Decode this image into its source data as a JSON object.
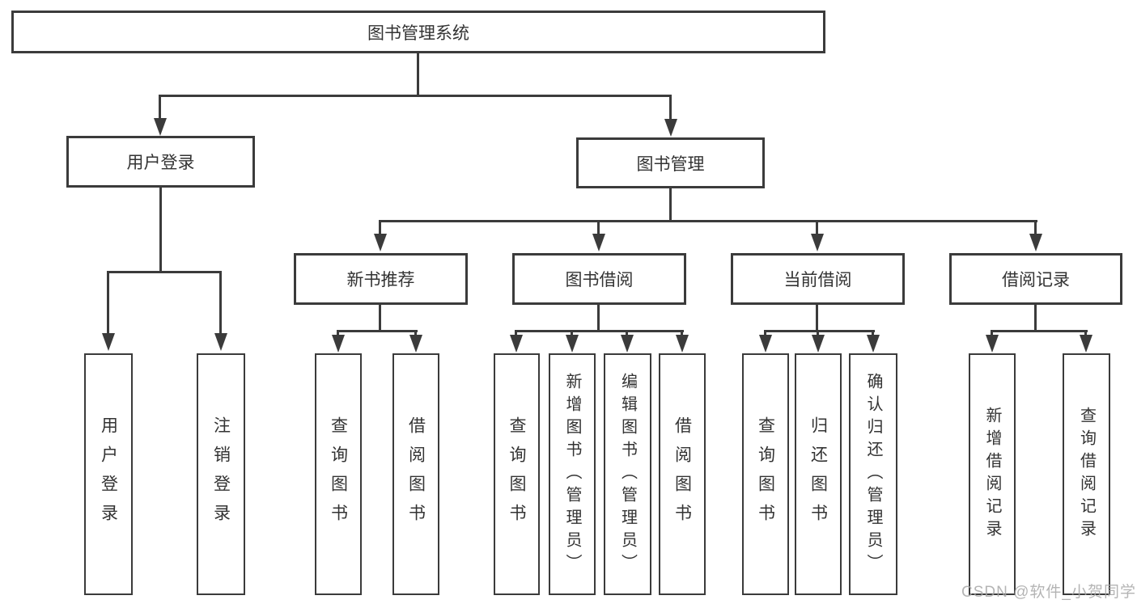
{
  "colors": {
    "line": "#3b3b3b",
    "text": "#333333",
    "watermark": "#a8a8a8",
    "background": "#ffffff"
  },
  "watermark": {
    "text": "CSDN @软件_小贺同学"
  },
  "tree": {
    "root": {
      "label": "图书管理系统"
    },
    "branches": [
      {
        "label": "用户登录",
        "children": [
          {
            "label": "用户登录"
          },
          {
            "label": "注销登录"
          }
        ]
      },
      {
        "label": "图书管理",
        "groups": [
          {
            "label": "新书推荐",
            "children": [
              {
                "label": "查询图书"
              },
              {
                "label": "借阅图书"
              }
            ]
          },
          {
            "label": "图书借阅",
            "children": [
              {
                "label": "查询图书"
              },
              {
                "label": "新增图书（管理员）"
              },
              {
                "label": "编辑图书（管理员）"
              },
              {
                "label": "借阅图书"
              }
            ]
          },
          {
            "label": "当前借阅",
            "children": [
              {
                "label": "查询图书"
              },
              {
                "label": "归还图书"
              },
              {
                "label": "确认归还（管理员）"
              }
            ]
          },
          {
            "label": "借阅记录",
            "children": [
              {
                "label": "新增借阅记录"
              },
              {
                "label": "查询借阅记录"
              }
            ]
          }
        ]
      }
    ]
  }
}
